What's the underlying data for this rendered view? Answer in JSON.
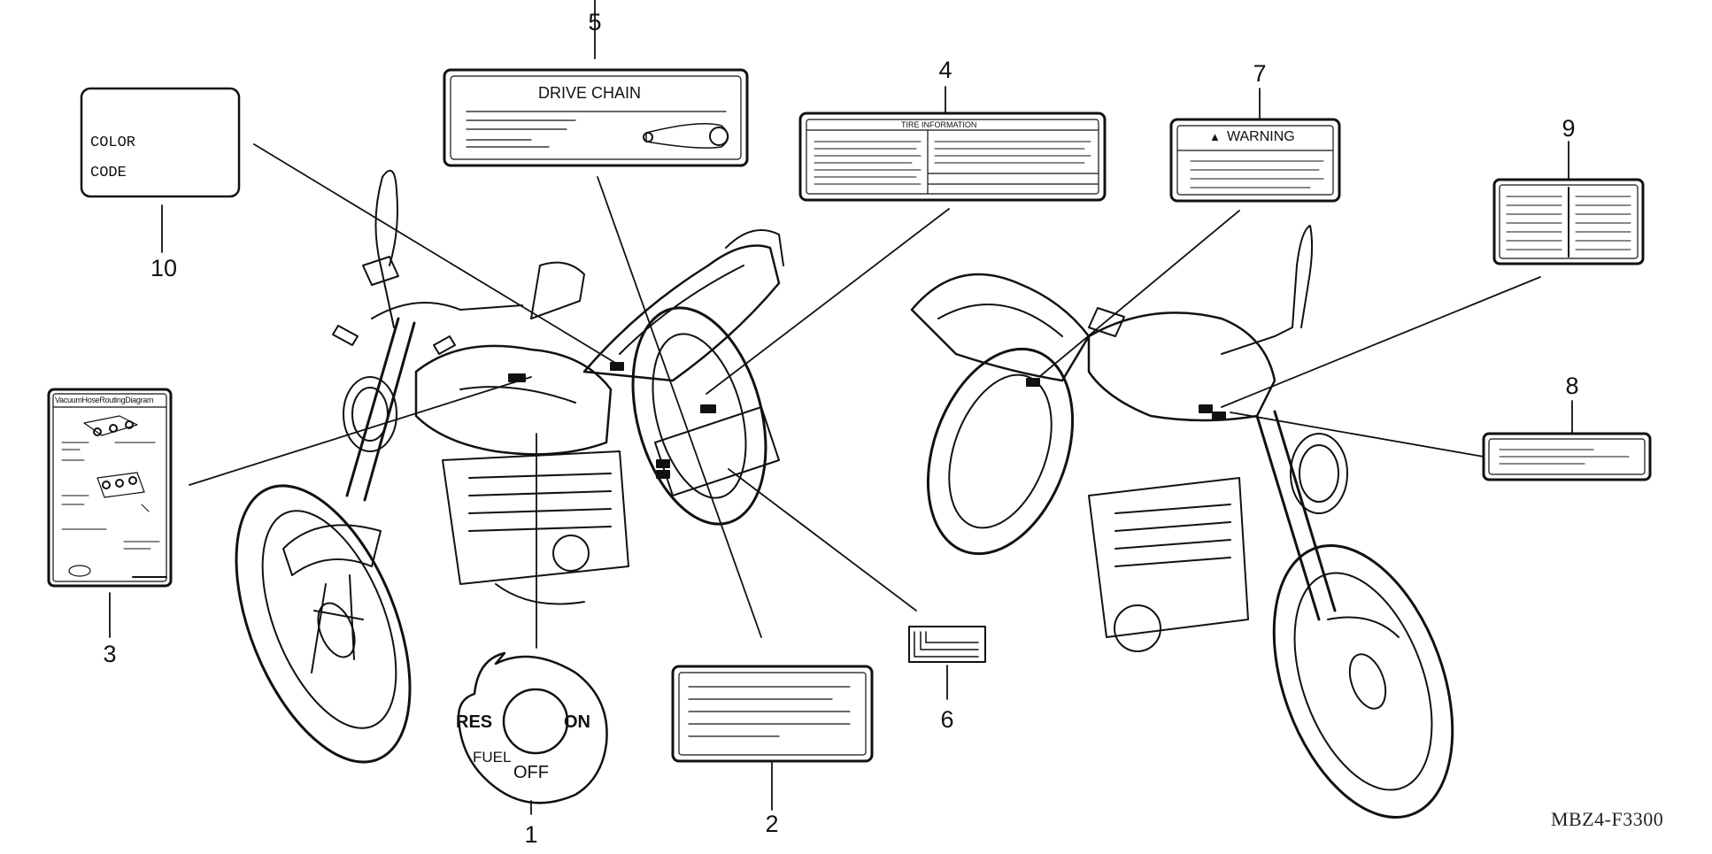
{
  "diagram": {
    "callouts": [
      "1",
      "2",
      "3",
      "4",
      "5",
      "6",
      "7",
      "8",
      "9",
      "10"
    ],
    "labels": {
      "color_code": [
        "COLOR",
        "CODE"
      ],
      "drive_chain": "DRIVE CHAIN",
      "tire_information": "TIRE INFORMATION",
      "warning": "WARNING",
      "warning_symbol": "▲",
      "vacuum_hose": "VacuumHoseRoutingDiagram",
      "fuel_valve": {
        "res": "RES",
        "on": "ON",
        "fuel": "FUEL",
        "off": "OFF"
      }
    },
    "part_code": "MBZ4-F3300"
  }
}
